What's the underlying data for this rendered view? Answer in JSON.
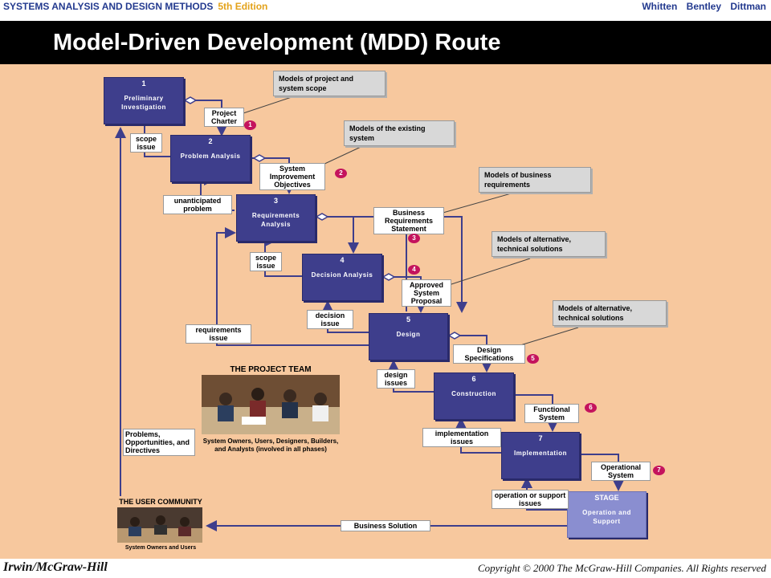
{
  "header": {
    "book": "SYSTEMS ANALYSIS AND DESIGN METHODS",
    "edition": "5th Edition",
    "authors": "Whitten Bentley Dittman",
    "title": "Model-Driven Development (MDD) Route"
  },
  "footer": {
    "publisher": "Irwin/McGraw-Hill",
    "copyright": "Copyright © 2000 The McGraw-Hill Companies. All Rights reserved"
  },
  "phases": [
    {
      "num": "1",
      "name": "Preliminary Investigation"
    },
    {
      "num": "2",
      "name": "Problem Analysis"
    },
    {
      "num": "3",
      "name": "Requirements Analysis"
    },
    {
      "num": "4",
      "name": "Decision Analysis"
    },
    {
      "num": "5",
      "name": "Design"
    },
    {
      "num": "6",
      "name": "Construction"
    },
    {
      "num": "7",
      "name": "Implementation"
    }
  ],
  "stage": {
    "label": "STAGE",
    "name": "Operation and Support"
  },
  "deliverables": [
    {
      "text": "Project Charter",
      "badge": "1"
    },
    {
      "text": "System Improvement Objectives",
      "badge": "2"
    },
    {
      "text": "Business Requirements Statement",
      "badge": "3"
    },
    {
      "text": "Approved System Proposal",
      "badge": "4"
    },
    {
      "text": "Design Specifications",
      "badge": "5"
    },
    {
      "text": "Functional System",
      "badge": "6"
    },
    {
      "text": "Operational System",
      "badge": "7"
    }
  ],
  "feedback": {
    "scope1": "scope issue",
    "unanticipated": "unanticipated problem",
    "scope2": "scope issue",
    "decision": "decision issue",
    "requirements": "requirements issue",
    "design": "design issues",
    "implementation": "implementation issues",
    "operation": "operation or support issues",
    "problems": "Problems, Opportunities, and Directives",
    "business_solution": "Business Solution"
  },
  "notes": [
    "Models of project and system scope",
    "Models of the existing system",
    "Models of business requirements",
    "Models of alternative, technical solutions",
    "Models of alternative, technical solutions"
  ],
  "team": {
    "title": "THE PROJECT TEAM",
    "caption": "System Owners, Users, Designers, Builders, and Analysts (involved in all phases)"
  },
  "community": {
    "title": "THE USER COMMUNITY",
    "caption": "System Owners and Users"
  },
  "colors": {
    "phase": "#3e3e8c",
    "stage": "#8a8ed0",
    "background": "#f7c89e",
    "badge": "#c4135d"
  }
}
